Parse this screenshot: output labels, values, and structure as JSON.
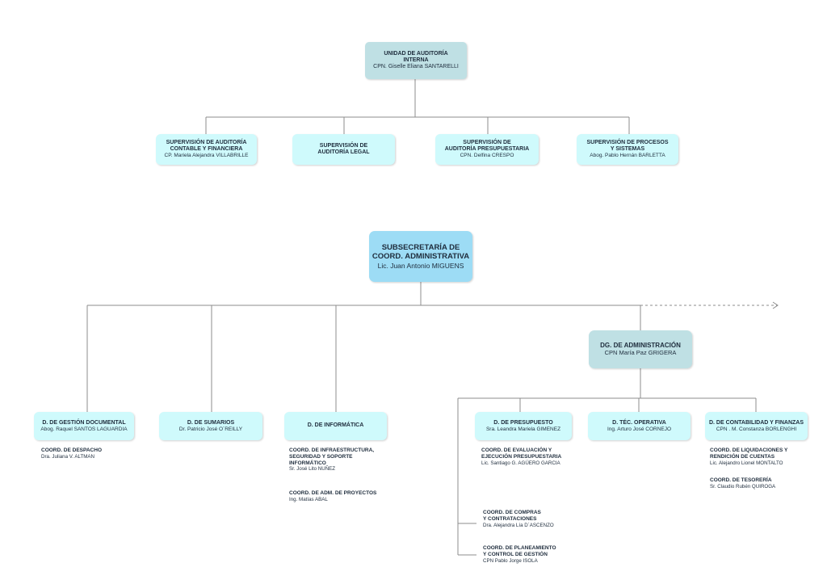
{
  "colors": {
    "box_light": "#cffafc",
    "box_top": "#bfe0e4",
    "box_sub": "#9ddcf5",
    "line": "#8c8c8c"
  },
  "uai": {
    "title": "UNIDAD DE AUDITORÍA\nINTERNA",
    "person": "CPN. Giselle Eliana SANTARELLI"
  },
  "supervisions": [
    {
      "title": "SUPERVISIÓN DE AUDITORÍA\nCONTABLE Y FINANCIERA",
      "person": "CP. Mariela Alejandra VILLABRILLE"
    },
    {
      "title": "SUPERVISIÓN DE\nAUDITORÍA LEGAL",
      "person": ""
    },
    {
      "title": "SUPERVISIÓN DE\nAUDITORÍA PRESUPUESTARIA",
      "person": "CPN. Delfina CRESPO"
    },
    {
      "title": "SUPERVISIÓN DE PROCESOS\nY SISTEMAS",
      "person": "Abog. Pablo Hernán BARLETTA"
    }
  ],
  "subsecretaria": {
    "title": "SUBSECRETARÍA DE\nCOORD. ADMINISTRATIVA",
    "person": "Lic. Juan Antonio MIGUENS"
  },
  "directions": [
    {
      "title": "D. DE GESTIÓN DOCUMENTAL",
      "person": "Abog. Raquel  SANTOS LAGUARDIA"
    },
    {
      "title": "D. DE SUMARIOS",
      "person": "Dr. Patricio José O´REILLY"
    },
    {
      "title": "D. DE INFORMÁTICA",
      "person": ""
    }
  ],
  "dg": {
    "title": "DG. DE ADMINISTRACIÓN",
    "person": "CPN María Paz GRIGERA"
  },
  "dg_directions": [
    {
      "title": "D. DE PRESUPUESTO",
      "person": "Sra. Leandra Mariela GIMENEZ"
    },
    {
      "title": "D. TÉC. OPERATIVA",
      "person": "Ing. Arturo José CORNEJO"
    },
    {
      "title": "D. DE CONTABILIDAD Y FINANZAS",
      "person": "CPN . M. Constanza BORLENGHI"
    }
  ],
  "coords": {
    "despacho": {
      "title": "COORD. DE DESPACHO",
      "person": "Dra. Juliana V. ALTMAN"
    },
    "infraestructura": {
      "title": "COORD. DE INFRAESTRUCTURA,\nSEGURIDAD Y SOPORTE\nINFORMÁTICO",
      "person": "Sr. José Lito NUÑEZ"
    },
    "proyectos": {
      "title": "COORD. DE ADM. DE PROYECTOS",
      "person": "Ing. Matías  ABAL"
    },
    "evaluacion": {
      "title": "COORD. DE EVALUACIÓN Y\nEJECUCIÓN PRESUPUESTARIA",
      "person": "Lic. Santiago G. AGÜERO GARCIA"
    },
    "liquidaciones": {
      "title": "COORD. DE LIQUIDACIONES Y\nRENDICIÓN DE CUENTAS",
      "person": "Lic. Alejandro Lionel MONTALTO"
    },
    "tesoreria": {
      "title": "COORD. DE TESORERÍA",
      "person": "Sr. Claudio Rubén QUIROGA"
    },
    "compras": {
      "title": "COORD. DE COMPRAS\nY CONTRATACIONES",
      "person": "Dra. Alejandra Lía D´ASCENZO"
    },
    "planeamiento": {
      "title": "COORD. DE PLANEAMIENTO\nY CONTROL DE GESTIÓN",
      "person": "CPN Pablo Jorge ISOLA"
    }
  }
}
